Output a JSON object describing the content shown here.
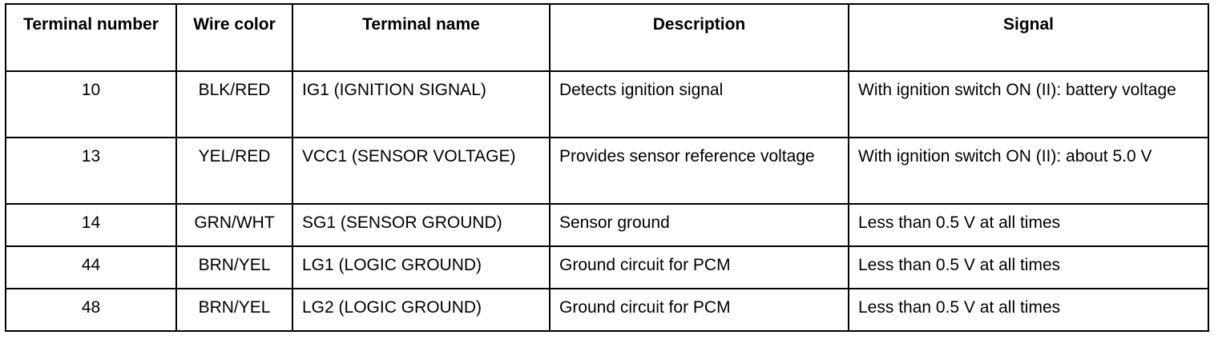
{
  "table": {
    "headers": [
      "Terminal number",
      "Wire color",
      "Terminal name",
      "Description",
      "Signal"
    ],
    "rows": [
      {
        "terminal_number": "10",
        "wire_color": "BLK/RED",
        "terminal_name": "IG1 (IGNITION SIGNAL)",
        "description": "Detects ignition signal",
        "signal": "With ignition switch ON (II): battery voltage"
      },
      {
        "terminal_number": "13",
        "wire_color": "YEL/RED",
        "terminal_name": "VCC1 (SENSOR VOLTAGE)",
        "description": "Provides sensor reference voltage",
        "signal": "With ignition switch ON (II): about 5.0 V"
      },
      {
        "terminal_number": "14",
        "wire_color": "GRN/WHT",
        "terminal_name": "SG1 (SENSOR GROUND)",
        "description": "Sensor ground",
        "signal": "Less than 0.5 V at all times"
      },
      {
        "terminal_number": "44",
        "wire_color": "BRN/YEL",
        "terminal_name": "LG1 (LOGIC GROUND)",
        "description": "Ground circuit for PCM",
        "signal": "Less than 0.5 V at all times"
      },
      {
        "terminal_number": "48",
        "wire_color": "BRN/YEL",
        "terminal_name": "LG2 (LOGIC GROUND)",
        "description": "Ground circuit for PCM",
        "signal": "Less than 0.5 V at all times"
      }
    ]
  }
}
